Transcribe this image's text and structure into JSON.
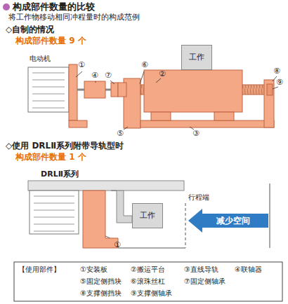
{
  "diagram": {
    "title": "构成部件数量的比较",
    "nodes": [
      {
        "text": [
          "电动机"
        ]
      },
      {
        "text": [
          "工作"
        ]
      },
      {
        "text": [
          "DRLⅡ系列"
        ]
      },
      {
        "text": [
          "工作"
        ]
      },
      {
        "text": [
          "减少空间"
        ]
      }
    ],
    "labels": [
      "将工作物移动相同冲程量时的构成范例",
      "◇自制的情况",
      "构成部件数量 9 个",
      "①",
      "⑦",
      "⑥",
      "②",
      "④",
      "⑧",
      "⑨",
      "⑤",
      "③",
      "◇使用 DRLⅡ系列附带导轨型时",
      "构成部件数量 1 个",
      "行程端",
      "①",
      "【使用部件】",
      "①安装板",
      "②搬运平台",
      "③直线导轨",
      "④联轴器",
      "⑤固定侧挡块",
      "⑥滚珠丝杠",
      "⑦固定侧轴承",
      "⑧支撑侧挡块",
      "⑨支撑侧轴承"
    ]
  }
}
